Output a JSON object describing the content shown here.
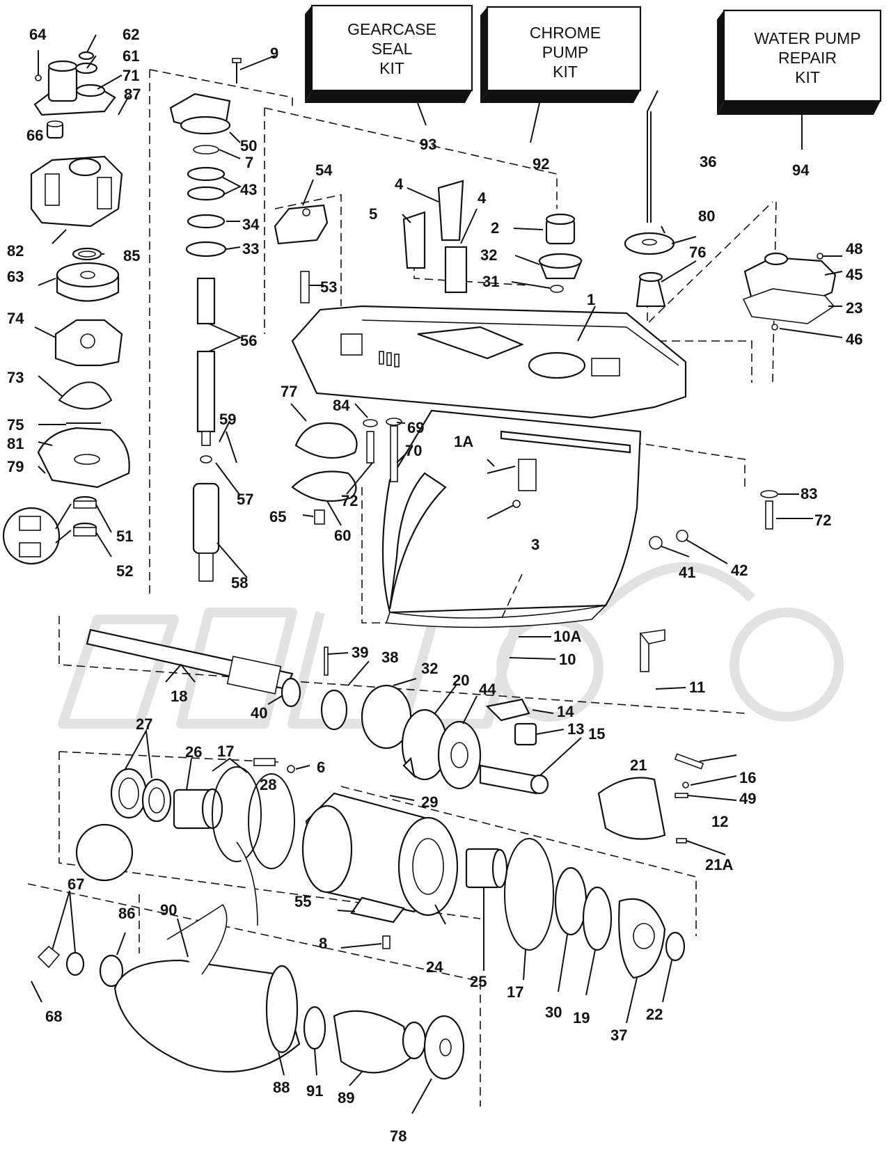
{
  "kits": [
    {
      "id": "93",
      "lines": [
        "GEARCASE",
        "SEAL",
        "KIT"
      ]
    },
    {
      "id": "92",
      "lines": [
        "CHROME",
        "PUMP",
        "KIT"
      ]
    },
    {
      "id": "94",
      "lines": [
        "WATER PUMP",
        "REPAIR",
        "KIT"
      ]
    }
  ],
  "callouts": {
    "c64": "64",
    "c62": "62",
    "c61": "61",
    "c71": "71",
    "c87": "87",
    "c9": "9",
    "c66": "66",
    "c50": "50",
    "c7": "7",
    "c43": "43",
    "c34": "34",
    "c33": "33",
    "c82": "82",
    "c85": "85",
    "c63": "63",
    "c74": "74",
    "c73": "73",
    "c75": "75",
    "c81": "81",
    "c79": "79",
    "c51": "51",
    "c52": "52",
    "c56": "56",
    "c59": "59",
    "c57": "57",
    "c58": "58",
    "c54": "54",
    "c53": "53",
    "c77": "77",
    "c84": "84",
    "c69": "69",
    "c70": "70",
    "c72a": "72",
    "c65": "65",
    "c60": "60",
    "c4a": "4",
    "c4b": "4",
    "c5": "5",
    "c2": "2",
    "c32a": "32",
    "c31": "31",
    "c1": "1",
    "c1A": "1A",
    "c3": "3",
    "c36": "36",
    "c80": "80",
    "c76": "76",
    "c48": "48",
    "c45": "45",
    "c23": "23",
    "c46": "46",
    "c83": "83",
    "c72b": "72",
    "c41": "41",
    "c42": "42",
    "c10A": "10A",
    "c10": "10",
    "c11": "11",
    "c39": "39",
    "c38": "38",
    "c32b": "32",
    "c20": "20",
    "c44": "44",
    "c14": "14",
    "c13": "13",
    "c15": "15",
    "c18": "18",
    "c40": "40",
    "c27": "27",
    "c26": "26",
    "c17a": "17",
    "c28": "28",
    "c6": "6",
    "c29": "29",
    "c21": "21",
    "c16": "16",
    "c49": "49",
    "c12": "12",
    "c21A": "21A",
    "c55": "55",
    "c8": "8",
    "c24": "24",
    "c25": "25",
    "c17b": "17",
    "c30": "30",
    "c19": "19",
    "c37": "37",
    "c22": "22",
    "c67": "67",
    "c86": "86",
    "c90": "90",
    "c68": "68",
    "c88": "88",
    "c91": "91",
    "c89": "89",
    "c78": "78"
  },
  "colors": {
    "ink": "#111111",
    "paper": "#ffffff",
    "watermark": "#e2e2e2"
  }
}
